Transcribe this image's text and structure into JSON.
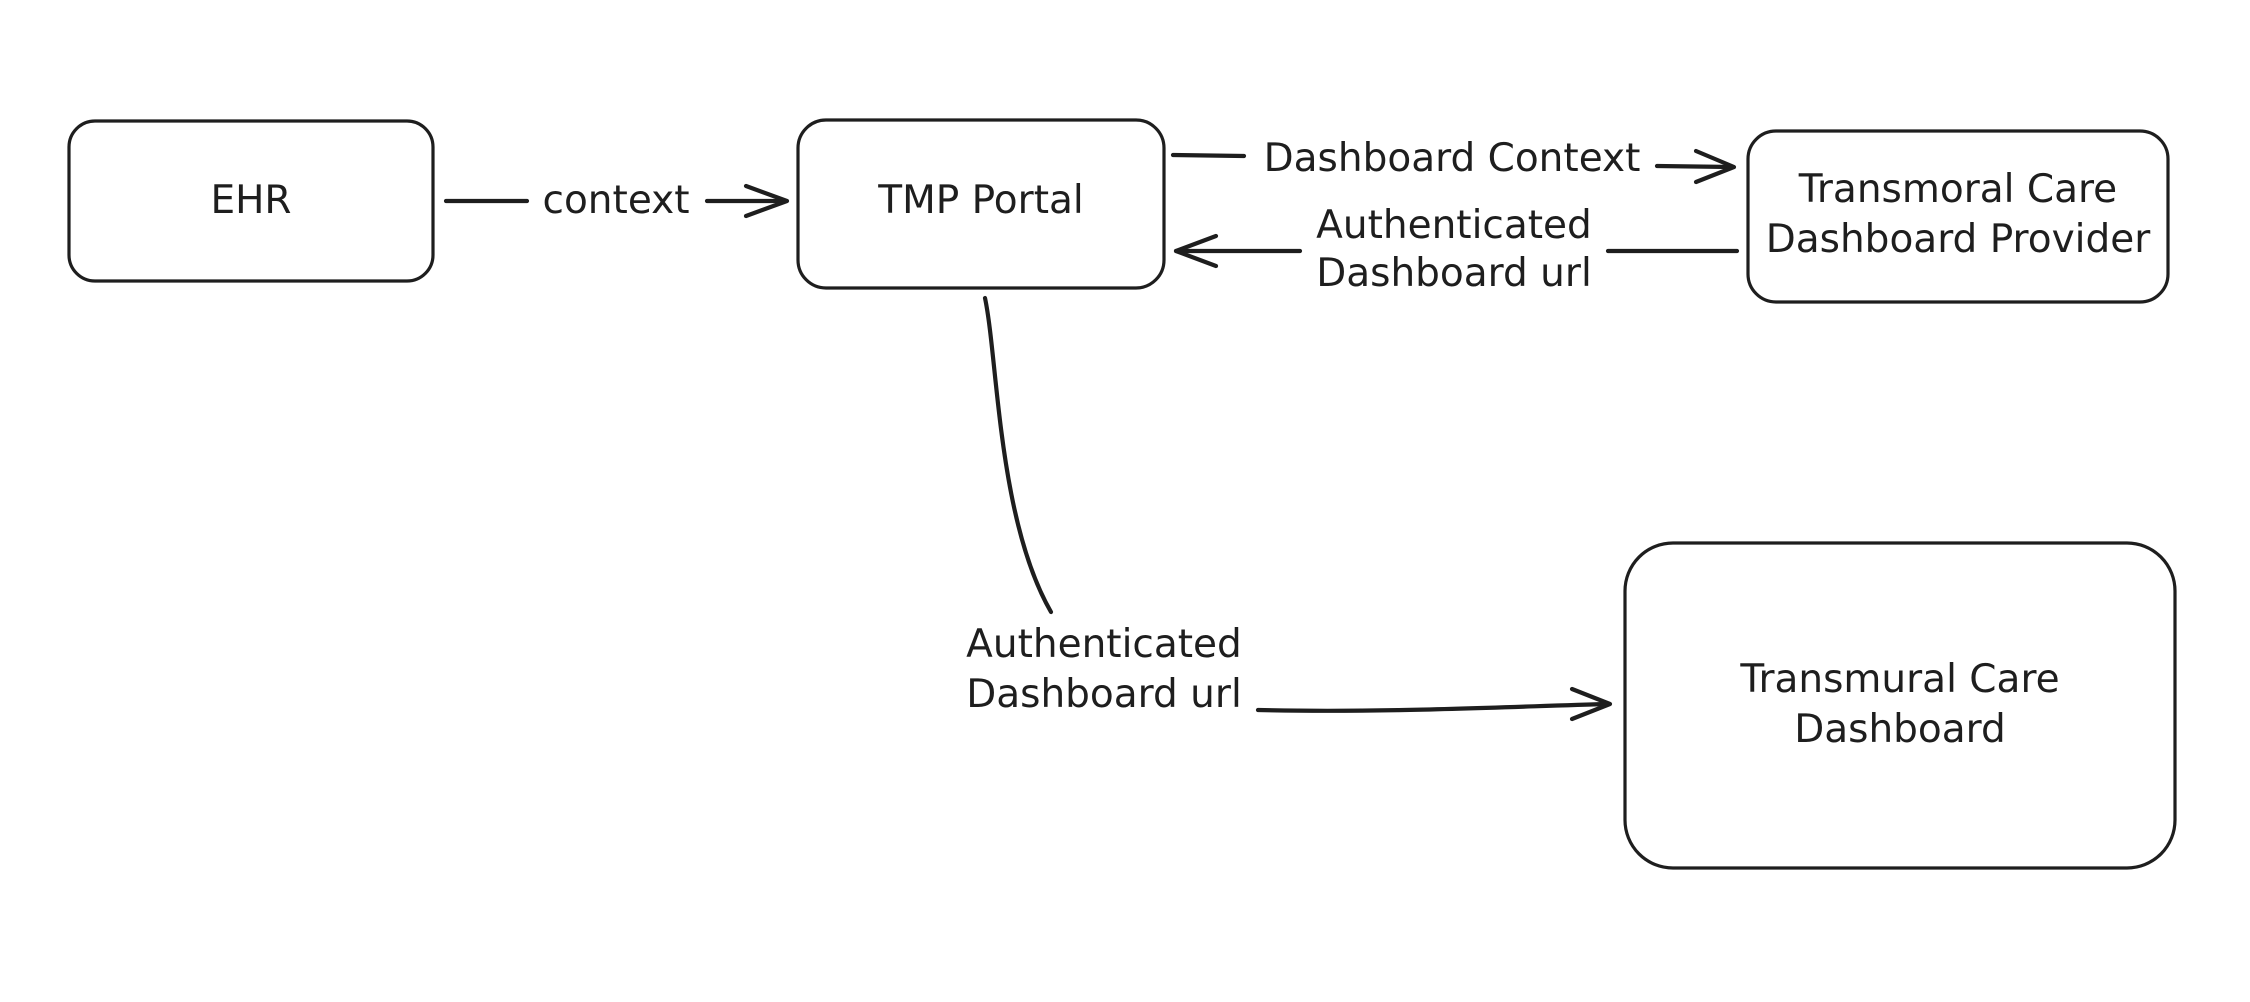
{
  "nodes": {
    "ehr": {
      "label": "EHR"
    },
    "tmp_portal": {
      "label": "TMP Portal"
    },
    "provider": {
      "line1": "Transmoral Care",
      "line2": "Dashboard Provider"
    },
    "dashboard": {
      "line1": "Transmural Care",
      "line2": "Dashboard"
    }
  },
  "edges": {
    "ehr_to_portal": {
      "label": "context"
    },
    "portal_to_provider": {
      "label": "Dashboard Context"
    },
    "provider_to_portal": {
      "line1": "Authenticated",
      "line2": "Dashboard url"
    },
    "portal_to_dashboard": {
      "line1": "Authenticated",
      "line2": "Dashboard url"
    }
  }
}
